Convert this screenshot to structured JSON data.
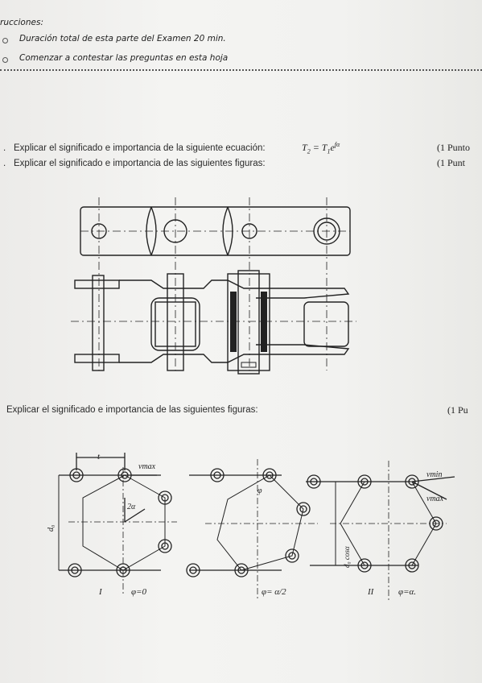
{
  "header": {
    "title": "rucciones:",
    "items": [
      "Duración total de esta parte del Examen 20 min.",
      "Comenzar a contestar las preguntas en esta hoja"
    ]
  },
  "questions": [
    {
      "number": ".",
      "text": "Explicar el significado e importancia de la siguiente ecuación:",
      "equation": "T₂ = T₁e^{fα}",
      "points": "(1 Punto"
    },
    {
      "number": ".",
      "text": "Explicar el significado e importancia de las siguientes figuras:",
      "points": "(1  Punt"
    },
    {
      "number": "",
      "text": "Explicar el significado e importancia de las siguientes figuras:",
      "points": "(1  Pu"
    }
  ],
  "figure_labels": {
    "pitch": "t",
    "vmax": "vmax",
    "vmin": "vmin",
    "two_alpha": "2α",
    "phi": "φ",
    "d0": "d₀",
    "d0cos": "d₀ cosα",
    "case1_num": "I",
    "case1_phi": "φ=0",
    "case2_phi": "φ= α/2",
    "case3_num": "II",
    "case3_phi": "φ=α."
  }
}
